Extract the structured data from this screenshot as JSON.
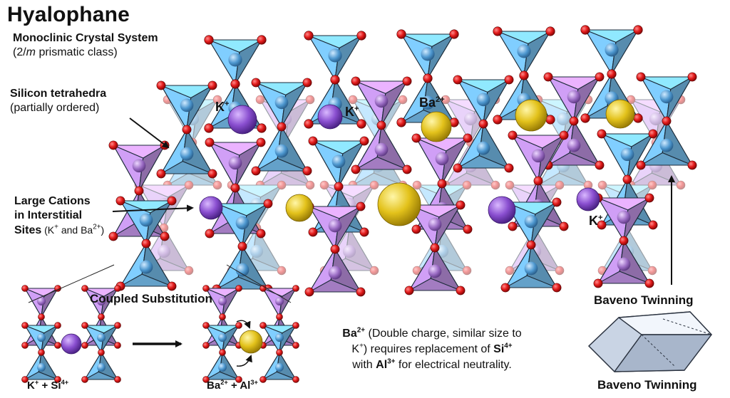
{
  "title": "Hyalophane",
  "system": {
    "name": "Monoclinic Crystal System",
    "class_pre": "(2/",
    "class_italic": "m",
    "class_post": " prismatic class)"
  },
  "silicon": {
    "heading": "Silicon tetrahedra",
    "note": "(partially ordered)"
  },
  "cations": {
    "line1": "Large Cations",
    "line2": "in Interstitial",
    "line3_bold": "Sites",
    "line3_pre": " (K",
    "line3_sup1": "+",
    "line3_mid": " and Ba",
    "line3_sup2": "2+",
    "line3_post": ")"
  },
  "ion_labels": {
    "k_base": "K",
    "k_sup": "+",
    "ba_base": "Ba",
    "ba_sup": "2+"
  },
  "substitution": {
    "title": "Coupled Substitution",
    "left_a": "K",
    "left_a_sup": "+",
    "left_plus": " + ",
    "left_b": "Si",
    "left_b_sup": "4+",
    "right_a": "Ba",
    "right_a_sup": "2+",
    "right_plus": " + ",
    "right_b": "Al",
    "right_b_sup": "3+"
  },
  "explanation": {
    "ba": "Ba",
    "ba_sup": "2+",
    "p1": " (Double charge, similar size to",
    "k": "K",
    "k_sup": "+",
    "p2": ") requires replacement of ",
    "si": "Si",
    "si_sup": "4+",
    "p3": "with ",
    "al": "Al",
    "al_sup": "3+",
    "p4": " for electrical neutrality."
  },
  "twinning": {
    "top": "Baveno Twinning",
    "bottom": "Baveno Twinning"
  },
  "colors": {
    "blue_tetra": "#6fb3df",
    "purple_tetra": "#b58ad6",
    "oxygen": "#e31b1b",
    "k_ion": "#8a4fd0",
    "ba_ion": "#e3c21b"
  }
}
